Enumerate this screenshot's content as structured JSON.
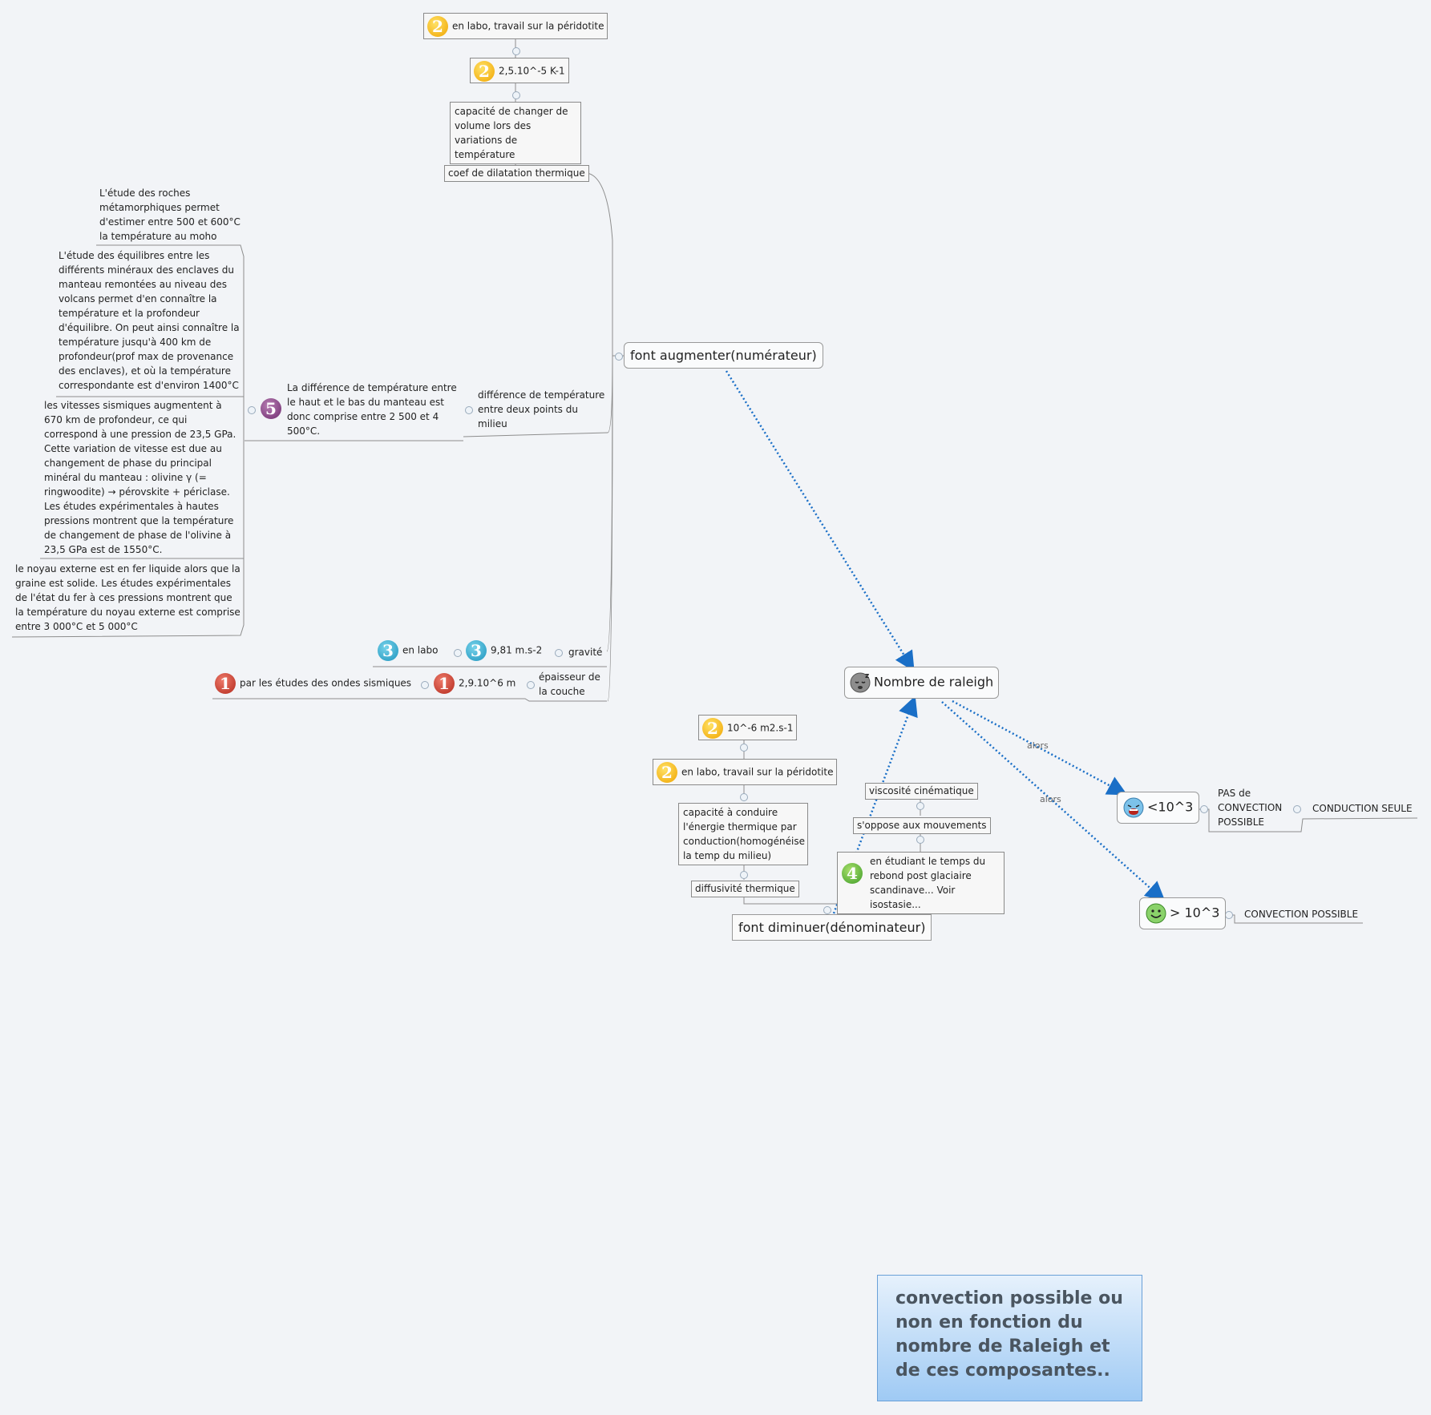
{
  "center": {
    "label": "Nombre de raleigh",
    "icon": "sleeping-face-icon"
  },
  "branches": {
    "up": {
      "label": "font augmenter(numérateur)"
    },
    "down": {
      "label": "font diminuer(dénominateur)"
    }
  },
  "up_children": {
    "coef": {
      "label": "coef de dilatation thermique",
      "definition": "capacité de changer de volume lors des variations de température",
      "value": "2,5.10^-5 K-1",
      "value_badge": "2",
      "source": "en labo, travail sur la péridotite",
      "source_badge": "2"
    },
    "temp": {
      "label": "différence de température entre deux points du milieu",
      "detail": "La différence de température entre le haut et le bas du manteau est donc comprise entre 2 500 et 4 500°C.",
      "detail_badge": "5",
      "notes": [
        "L'étude des roches métamorphiques permet d'estimer entre 500 et 600°C la température au moho",
        "L'étude des équilibres entre les différents minéraux des enclaves du manteau remontées au niveau des volcans permet d'en connaître la température et la profondeur d'équilibre. On peut ainsi connaître la température jusqu'à 400 km de profondeur(prof max de provenance des enclaves), et où la température correspondante est d'environ 1400°C",
        "les vitesses sismiques augmentent à 670 km de profondeur, ce qui correspond à une pression de 23,5 GPa. Cette variation de vitesse est due au changement de phase du principal minéral du manteau : olivine γ (= ringwoodite) → pérovskite + périclase. Les études expérimentales à hautes pressions montrent que la température de changement de phase de l'olivine à 23,5 GPa est de 1550°C.",
        "le noyau externe est en fer liquide alors que la graine est solide. Les études expérimentales de l'état du fer à ces pressions montrent que la température du noyau externe est comprise entre 3 000°C et 5 000°C"
      ]
    },
    "gravite": {
      "label": "gravité",
      "value": "9,81 m.s-2",
      "value_badge": "3",
      "source": "en labo",
      "source_badge": "3"
    },
    "epaisseur": {
      "label": "épaisseur de la couche",
      "value": "2,9.10^6 m",
      "value_badge": "1",
      "source": "par les études des ondes sismiques",
      "source_badge": "1"
    }
  },
  "down_children": {
    "diffusivite": {
      "label": "diffusivité thermique",
      "definition": "capacité à conduire l'énergie thermique par conduction(homogénéise la temp du milieu)",
      "source": "en labo, travail sur la péridotite",
      "source_badge": "2",
      "value": "10^-6 m2.s-1",
      "value_badge": "2"
    },
    "viscosite": {
      "label": "viscosité cinématique",
      "definition": "s'oppose aux mouvements",
      "source": "en étudiant le temps du rebond post glaciaire scandinave... Voir isostasie...",
      "source_badge": "4"
    }
  },
  "outcomes": [
    {
      "label": "<10^3",
      "icon": "crying-face-icon",
      "relation": "alors",
      "result": "PAS de CONVECTION POSSIBLE",
      "sub": "CONDUCTION SEULE"
    },
    {
      "label": "> 10^3",
      "icon": "smiling-face-icon",
      "relation": "alors",
      "result": "CONVECTION POSSIBLE"
    }
  ],
  "title": "convection possible ou non en fonction du nombre de Raleigh et de ces composantes..",
  "colors": {
    "background": "#f2f4f7",
    "arrow": "#1a6fc7",
    "title_top": "#e6f1fc",
    "title_bottom": "#9fcaf4"
  }
}
